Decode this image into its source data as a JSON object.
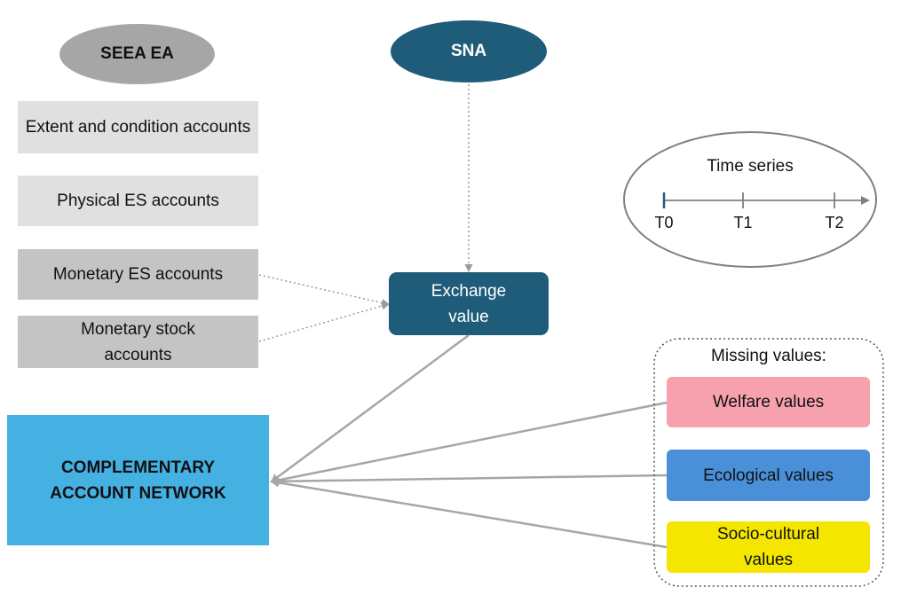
{
  "nodes": {
    "seea": {
      "label": "SEEA EA",
      "color": "#a6a6a6"
    },
    "sna": {
      "label": "SNA",
      "color": "#1f5c7a"
    },
    "extent": {
      "label": "Extent  and condition accounts"
    },
    "physical": {
      "label": "Physical ES accounts"
    },
    "monetary_es": {
      "label": "Monetary ES accounts"
    },
    "monetary_stock": {
      "label": "Monetary stock accounts"
    },
    "exchange": {
      "label": "Exchange value",
      "color": "#1f5c7a"
    },
    "can": {
      "label": "COMPLEMENTARY ACCOUNT NETWORK",
      "color": "#45b1e3"
    }
  },
  "missing": {
    "title": "Missing values:",
    "welfare": {
      "label": "Welfare values",
      "color": "#f7a1ae"
    },
    "ecological": {
      "label": "Ecological values",
      "color": "#4a90d9"
    },
    "socio": {
      "label": "Socio-cultural values",
      "color": "#f5e600"
    }
  },
  "time_series": {
    "title": "Time series",
    "ticks": [
      "T0",
      "T1",
      "T2"
    ],
    "highlight_color": "#1f5c7a"
  },
  "colors": {
    "line": "#a6a6a6",
    "dotted": "#9a9a9a"
  }
}
